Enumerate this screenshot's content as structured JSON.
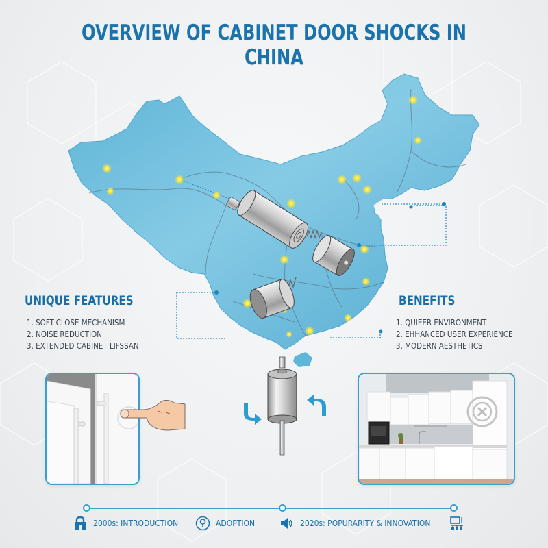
{
  "title": "OVERVIEW OF CABINET DOOR SHOCKS IN CHINA",
  "colors": {
    "title": "#1a73ad",
    "map_fill": "#5fb6d8",
    "map_fill_light": "#86cbe5",
    "accent": "#3a9fd0",
    "city_dot": "#f5e23a",
    "text_body": "#3d4650",
    "background": "#eef0f2"
  },
  "unique_features": {
    "heading": "UNIQUE FEATURES",
    "items": [
      "1. SOFT-CLOSE MECHANISM",
      "2. NOISE REDUCTION",
      "3. EXTENDED CABINET LIFSSAN"
    ]
  },
  "benefits": {
    "heading": "BENEFITS",
    "items": [
      "1. QUIEER ENVIRONMENT",
      "2. EHHANCED USER EXPERIENCE",
      "3. MODERN AESTHETICS"
    ]
  },
  "illustrations": {
    "left_card": "hand-pressing-cabinet-door",
    "center": "assembled-shock-absorber-with-rotation-arrows",
    "right_card": "white-modern-kitchen-with-x-badge",
    "map_overlay": "exploded-shock-absorber-components"
  },
  "timeline": {
    "items": [
      {
        "icon": "lock-icon",
        "label": "2000s: INTRODUCTION"
      },
      {
        "icon": "location-pin-icon",
        "label": "ADOPTION"
      },
      {
        "icon": "speaker-icon",
        "label": "2020s: POPURARITY & INNOVATION"
      },
      {
        "icon": "network-computer-icon",
        "label": ""
      }
    ]
  }
}
